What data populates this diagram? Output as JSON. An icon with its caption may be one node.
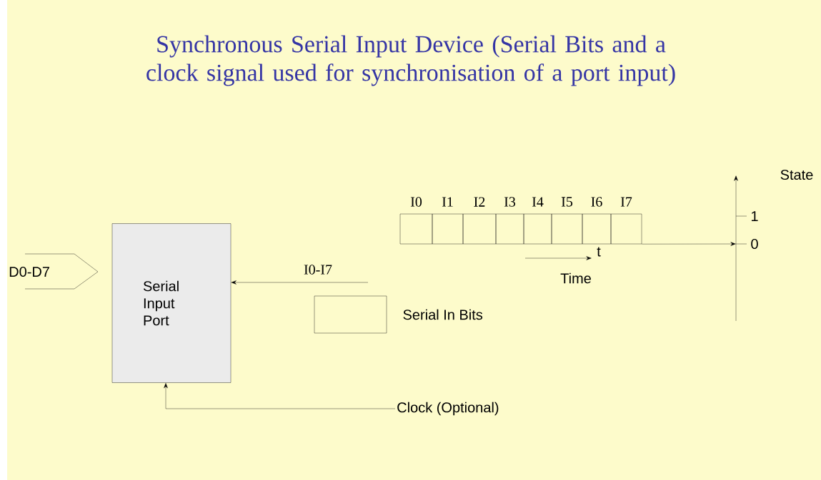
{
  "diagram": {
    "title": "Synchronous Serial Input Device (Serial Bits and a clock signal used for synchronisation of a port input)",
    "nodes": [
      {
        "text": [
          "Serial Input Port"
        ]
      },
      {
        "text": [
          "D0-D7"
        ]
      },
      {
        "text": [
          "Clock (Optional)"
        ]
      },
      {
        "text": [
          "I0"
        ]
      },
      {
        "text": [
          "I1"
        ]
      },
      {
        "text": [
          "I2"
        ]
      },
      {
        "text": [
          "I3"
        ]
      },
      {
        "text": [
          "I4"
        ]
      },
      {
        "text": [
          "I5"
        ]
      },
      {
        "text": [
          "I6"
        ]
      },
      {
        "text": [
          "I7"
        ]
      }
    ],
    "edges": [
      {
        "from": null,
        "to": 0,
        "arrow": "to",
        "label": "I0-I7"
      },
      {
        "from": 2,
        "to": 0,
        "arrow": "to"
      },
      {
        "from": 10,
        "to": null,
        "arrow": "to"
      }
    ],
    "labels": [
      "t",
      "Time",
      "State",
      "1",
      "0"
    ],
    "legend": [
      {
        "text": "Serial In Bits"
      }
    ]
  }
}
